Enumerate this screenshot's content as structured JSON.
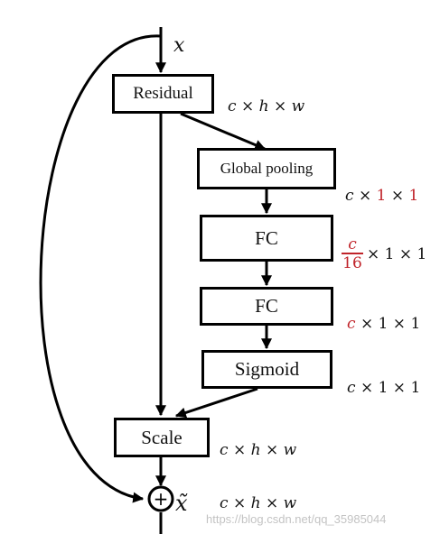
{
  "input_label": "x",
  "output_label": "x̃",
  "boxes": {
    "residual": "Residual",
    "global_pooling": "Global pooling",
    "fc1": "FC",
    "fc2": "FC",
    "sigmoid": "Sigmoid",
    "scale": "Scale"
  },
  "dims": {
    "residual": {
      "a": "c",
      "x1": "×",
      "b": "h",
      "x2": "×",
      "c": "w"
    },
    "pooling": {
      "a": "c",
      "x1": "×",
      "b": "1",
      "x2": "×",
      "c": "1"
    },
    "fc1": {
      "num": "c",
      "den": "16",
      "rest": "× 1 × 1"
    },
    "fc2": {
      "a": "c",
      "rest": "× 1 × 1"
    },
    "sigmoid": {
      "a": "c",
      "rest": "× 1 × 1"
    },
    "scale": {
      "a": "c",
      "x1": "×",
      "b": "h",
      "x2": "×",
      "c": "w"
    },
    "output": {
      "a": "c",
      "x1": "×",
      "b": "h",
      "x2": "×",
      "c": "w"
    }
  },
  "sum_symbol": "+",
  "watermark": "https://blog.csdn.net/qq_35985044",
  "colors": {
    "line": "#000000",
    "highlight": "#c0242a",
    "watermark": "#b9b9b9"
  }
}
